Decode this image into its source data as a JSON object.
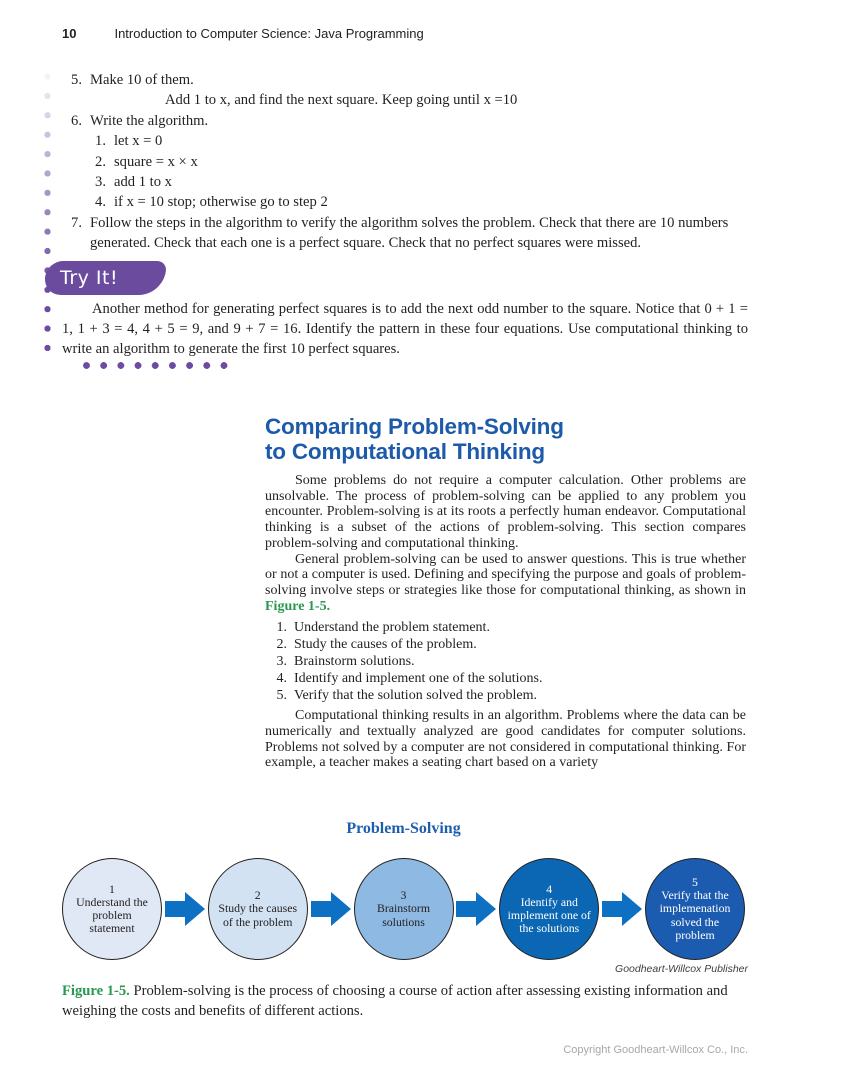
{
  "page": {
    "number": "10",
    "book_title": "Introduction to Computer Science: Java Programming",
    "copyright": "Copyright Goodheart-Willcox Co., Inc."
  },
  "exercise_steps": {
    "item5_number": "5.",
    "item5_text": "Make 10 of them.",
    "item5_sub": "Add 1 to x, and find the next square. Keep going until x =10",
    "item6_number": "6.",
    "item6_text": "Write the algorithm.",
    "algorithm": [
      {
        "num": "1.",
        "text": "let x = 0"
      },
      {
        "num": "2.",
        "text": "square = x × x"
      },
      {
        "num": "3.",
        "text": "add 1 to x"
      },
      {
        "num": "4.",
        "text": "if x = 10 stop; otherwise go to step 2"
      }
    ],
    "item7_number": "7.",
    "item7_text": "Follow the steps in the algorithm to verify the algorithm solves the problem. Check that there are 10 numbers generated. Check that each one is a perfect square. Check that no perfect squares were missed."
  },
  "try_it": {
    "label": "Try It!",
    "body": "Another method for generating perfect squares is to add the next odd number to the square. Notice that 0 + 1 = 1, 1 + 3 = 4, 4 + 5 = 9, and 9 + 7 = 16. Identify the pattern in these four equations. Use computational thinking to write an algorithm to generate the first 10 perfect squares."
  },
  "section": {
    "heading_line1": "Comparing Problem-Solving",
    "heading_line2": "to Computational Thinking",
    "para1": "Some problems do not require a computer calculation. Other problems are unsolvable. The process of problem-solving can be applied to any problem you encounter. Problem-solving is at its roots a perfectly human endeavor. Computational thinking is a subset of the actions of problem-solving. This section compares problem-solving and computational thinking.",
    "para2_before": "General problem-solving can be used to answer questions. This is true whether or not a computer is used. Defining and specifying the purpose and goals of problem-solving involve steps or strategies like those for computational thinking, as shown in ",
    "para2_figref": "Figure 1-5.",
    "steps_list": [
      {
        "num": "1.",
        "text": "Understand the problem statement."
      },
      {
        "num": "2.",
        "text": "Study the causes of the problem."
      },
      {
        "num": "3.",
        "text": "Brainstorm solutions."
      },
      {
        "num": "4.",
        "text": "Identify and implement one of the solutions."
      },
      {
        "num": "5.",
        "text": "Verify that the solution solved the problem."
      }
    ],
    "para3": "Computational thinking results in an algorithm. Problems where the data can be numerically and textually analyzed are good candidates for computer solutions. Problems not solved by a computer are not considered in computational thinking. For example, a teacher makes a seating chart based on a variety"
  },
  "figure": {
    "title": "Problem-Solving",
    "steps": [
      {
        "num": "1",
        "text": "Understand the problem statement",
        "fill": "#dfe8f4",
        "text_color": "#1a1a1a"
      },
      {
        "num": "2",
        "text": "Study the causes of the problem",
        "fill": "#d2e2f2",
        "text_color": "#1a1a1a"
      },
      {
        "num": "3",
        "text": "Brainstorm solutions",
        "fill": "#8db9e2",
        "text_color": "#1a1a1a"
      },
      {
        "num": "4",
        "text": "Identify and implement one of the solutions",
        "fill": "#0b67b3",
        "text_color": "#ffffff"
      },
      {
        "num": "5",
        "text": "Verify that the implemenation solved the problem",
        "fill": "#1c5cb0",
        "text_color": "#ffffff"
      }
    ],
    "arrow_color": "#0d70c2",
    "credit": "Goodheart-Willcox Publisher",
    "caption_label": "Figure 1-5.",
    "caption_text": " Problem-solving is the process of choosing a course of action after assessing existing information and weighing the costs and benefits of different actions."
  },
  "colors": {
    "accent_purple": "#6a4b9e",
    "heading_blue": "#1d5aa9",
    "figure_title_blue": "#1e5fad",
    "figref_green": "#28994f",
    "arrow_blue": "#0d70c2"
  }
}
